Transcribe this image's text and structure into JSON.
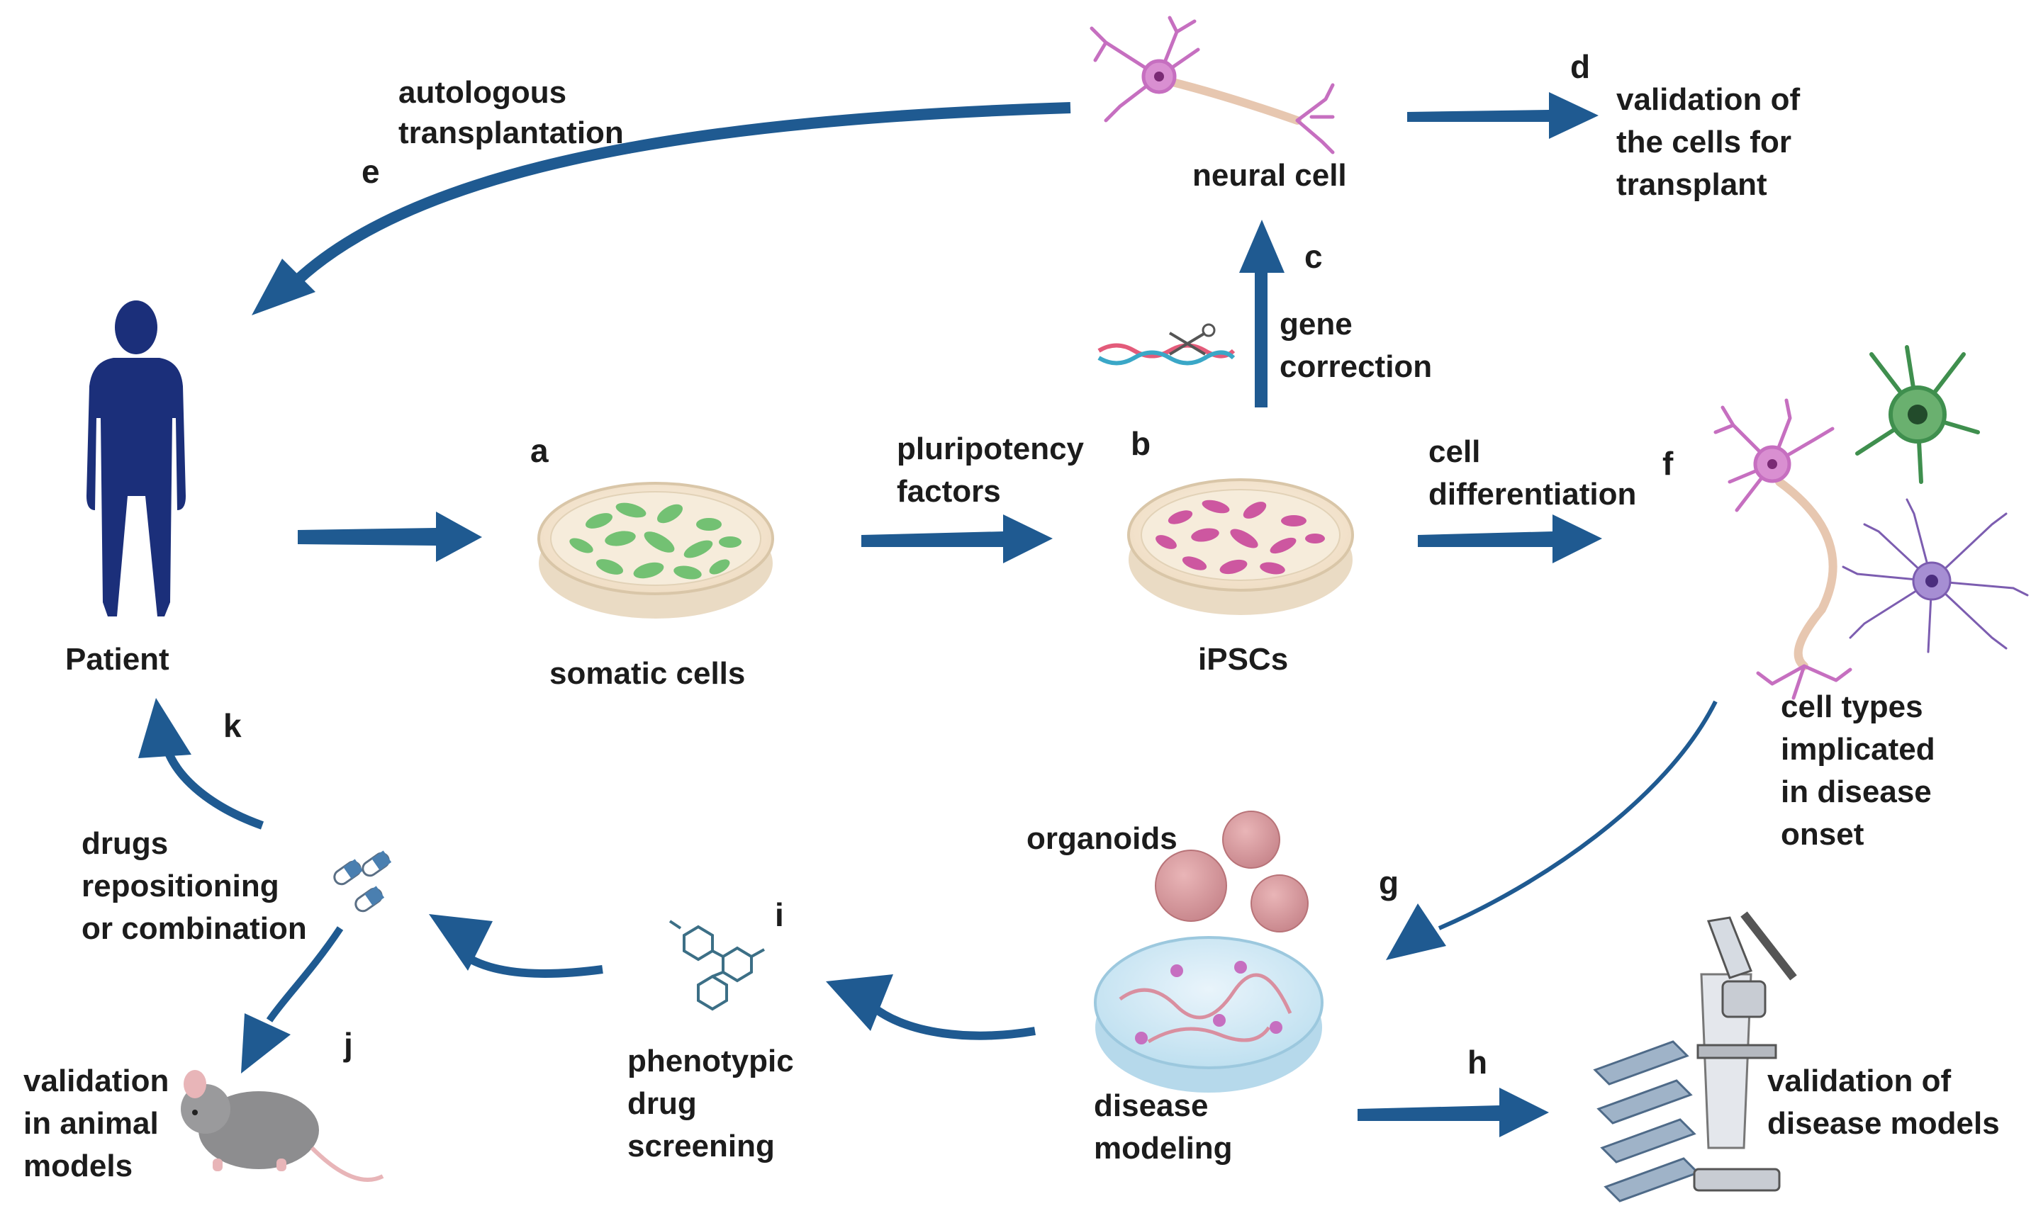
{
  "colors": {
    "arrow": "#1f5a91",
    "patient": "#1b2f7a",
    "somatic": "#6cbf6e",
    "ipsc": "#c9479a",
    "neuron_pink": "#c66fc0",
    "neuron_green": "#3f8f4e",
    "neuron_purple": "#7c5db0",
    "organoid": "#d99a9e",
    "dish_rim": "#e9dcc9"
  },
  "letters": {
    "a": "a",
    "b": "b",
    "c": "c",
    "d": "d",
    "e": "e",
    "f": "f",
    "g": "g",
    "h": "h",
    "i": "i",
    "j": "j",
    "k": "k"
  },
  "labels": {
    "patient": "Patient",
    "somatic_cells": "somatic cells",
    "pluripotency_1": "pluripotency",
    "pluripotency_2": "factors",
    "ipscs": "iPSCs",
    "gene_correction_1": "gene",
    "gene_correction_2": "correction",
    "neural_cell": "neural cell",
    "validation_transplant_1": "validation of",
    "validation_transplant_2": "the cells for",
    "validation_transplant_3": "transplant",
    "autologous_1": "autologous",
    "autologous_2": "transplantation",
    "cell_diff_1": "cell",
    "cell_diff_2": "differentiation",
    "cell_types_1": "cell types",
    "cell_types_2": "implicated",
    "cell_types_3": "in disease",
    "cell_types_4": "onset",
    "organoids": "organoids",
    "disease_modeling_1": "disease",
    "disease_modeling_2": "modeling",
    "validation_models_1": "validation of",
    "validation_models_2": "disease models",
    "phenotypic_1": "phenotypic",
    "phenotypic_2": "drug",
    "phenotypic_3": "screening",
    "drugs_1": "drugs",
    "drugs_2": "repositioning",
    "drugs_3": "or combination",
    "animal_1": "validation",
    "animal_2": "in animal",
    "animal_3": "models"
  }
}
